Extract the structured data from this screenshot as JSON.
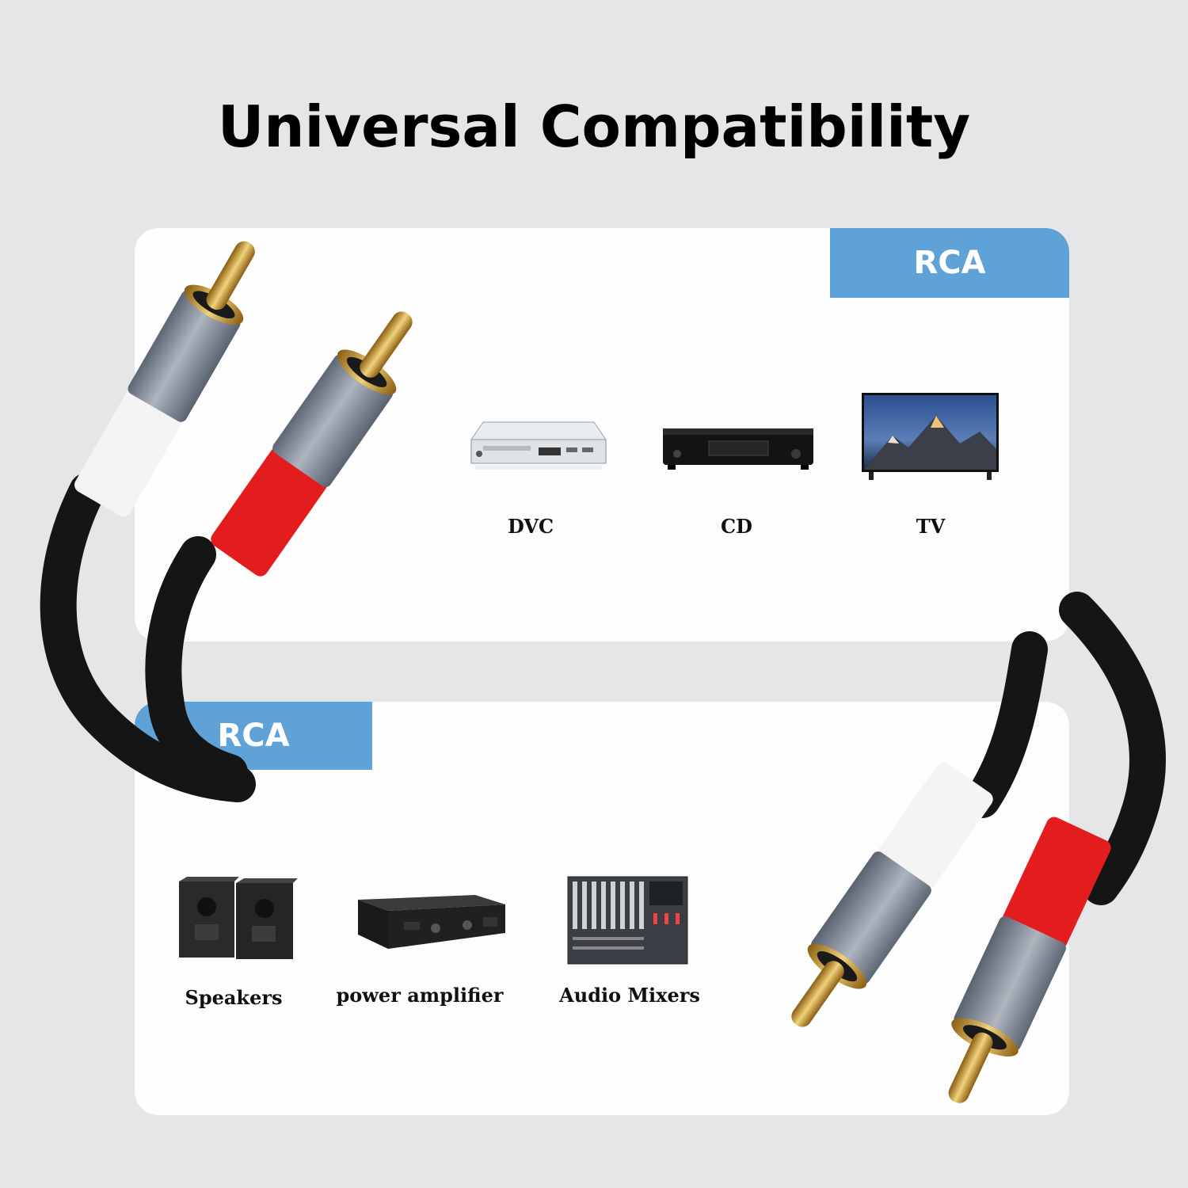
{
  "page": {
    "title": "Universal Compatibility"
  },
  "top_panel": {
    "tag": "RCA",
    "devices": [
      {
        "icon": "dvd-player-icon",
        "label": "DVC"
      },
      {
        "icon": "cd-player-icon",
        "label": "CD"
      },
      {
        "icon": "tv-icon",
        "label": "TV"
      }
    ]
  },
  "bottom_panel": {
    "tag": "RCA",
    "devices": [
      {
        "icon": "speakers-icon",
        "label": "Speakers"
      },
      {
        "icon": "power-amplifier-icon",
        "label": "power amplifier"
      },
      {
        "icon": "audio-mixer-icon",
        "label": "Audio Mixers"
      }
    ]
  },
  "colors": {
    "background": "#e6e6e8",
    "panel": "#fdfdfd",
    "tag": "#5fa2d8",
    "plug_red": "#e41f1f",
    "plug_white": "#f5f5f5",
    "gold": "#d4a53a"
  }
}
